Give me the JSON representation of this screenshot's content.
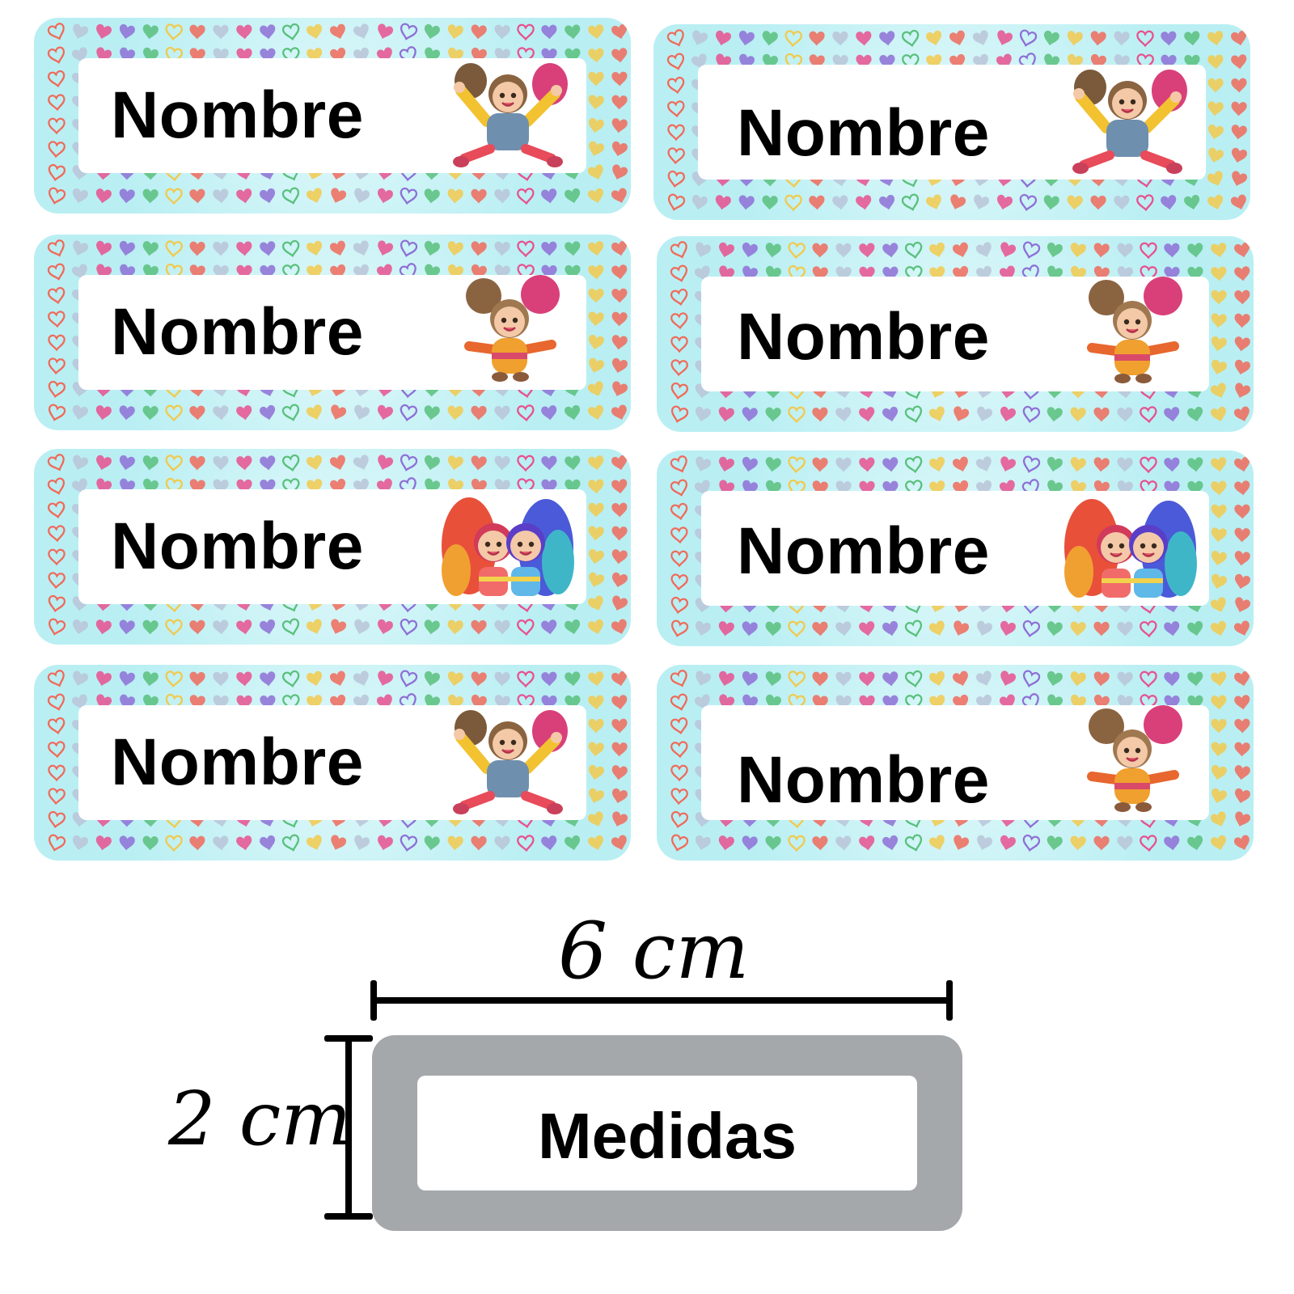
{
  "labels": [
    {
      "name": "Nombre",
      "figure": "girl-peace-sign-overalls-illustration"
    },
    {
      "name": "Nombre",
      "figure": "girl-peace-sign-overalls-illustration"
    },
    {
      "name": "Nombre",
      "figure": "girl-pigtails-arms-open-illustration"
    },
    {
      "name": "Nombre",
      "figure": "girl-pigtails-arms-open-illustration"
    },
    {
      "name": "Nombre",
      "figure": "two-girls-rainbow-hair-illustration"
    },
    {
      "name": "Nombre",
      "figure": "two-girls-rainbow-hair-illustration"
    },
    {
      "name": "Nombre",
      "figure": "girl-peace-sign-overalls-illustration"
    },
    {
      "name": "Nombre",
      "figure": "girl-pigtails-arms-open-illustration"
    }
  ],
  "measure": {
    "width_label": "6 cm",
    "height_label": "2 cm",
    "sample_text": "Medidas"
  },
  "colors": {
    "label_background": "#b9eff3",
    "sample_border": "#a5a8ab",
    "heart_colors": [
      "#e8508f",
      "#8e6fd6",
      "#59c07b",
      "#f2c94c",
      "#f06a5a",
      "#b8c4d8"
    ]
  }
}
